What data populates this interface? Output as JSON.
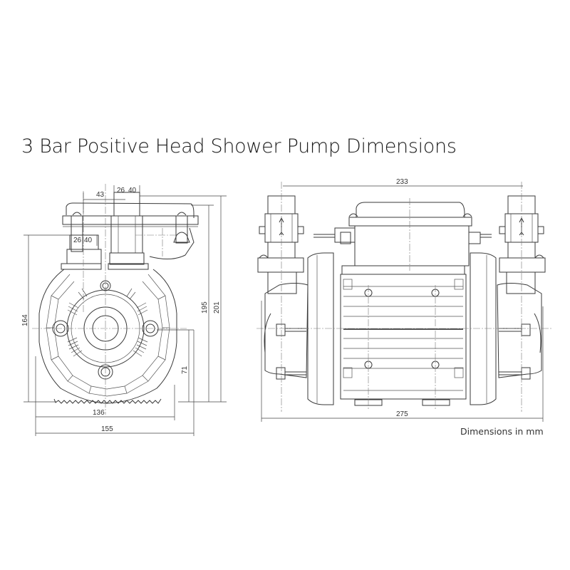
{
  "title": "3 Bar Positive Head Shower Pump Dimensions",
  "units_note": "Dimensions in mm",
  "end_view": {
    "dims": {
      "top_offset": "43",
      "top_port_a": "26",
      "top_port_b": "40",
      "side_port_a": "26",
      "side_port_b": "40",
      "height_inlet": "164",
      "height_body": "195",
      "height_total": "201",
      "axis_height": "71",
      "base_width": "136",
      "overall_width": "155"
    }
  },
  "side_view": {
    "dims": {
      "port_centres": "233",
      "overall_length": "275"
    }
  }
}
